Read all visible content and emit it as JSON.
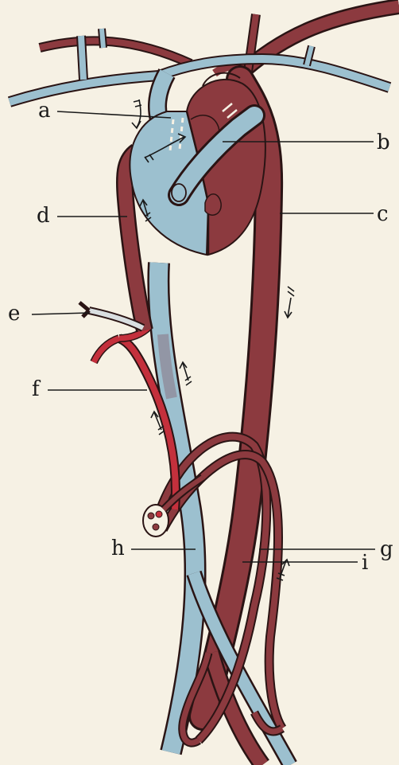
{
  "colors": {
    "paper": "#f6f1e4",
    "arterial": "#8c3a3f",
    "arterial_bright": "#c4303c",
    "venous": "#9cc0cf",
    "outline": "#2a1414"
  },
  "labels": {
    "a": "a",
    "b": "b",
    "c": "c",
    "d": "d",
    "e": "e",
    "f": "f",
    "g": "g",
    "h": "h",
    "i": "i"
  }
}
